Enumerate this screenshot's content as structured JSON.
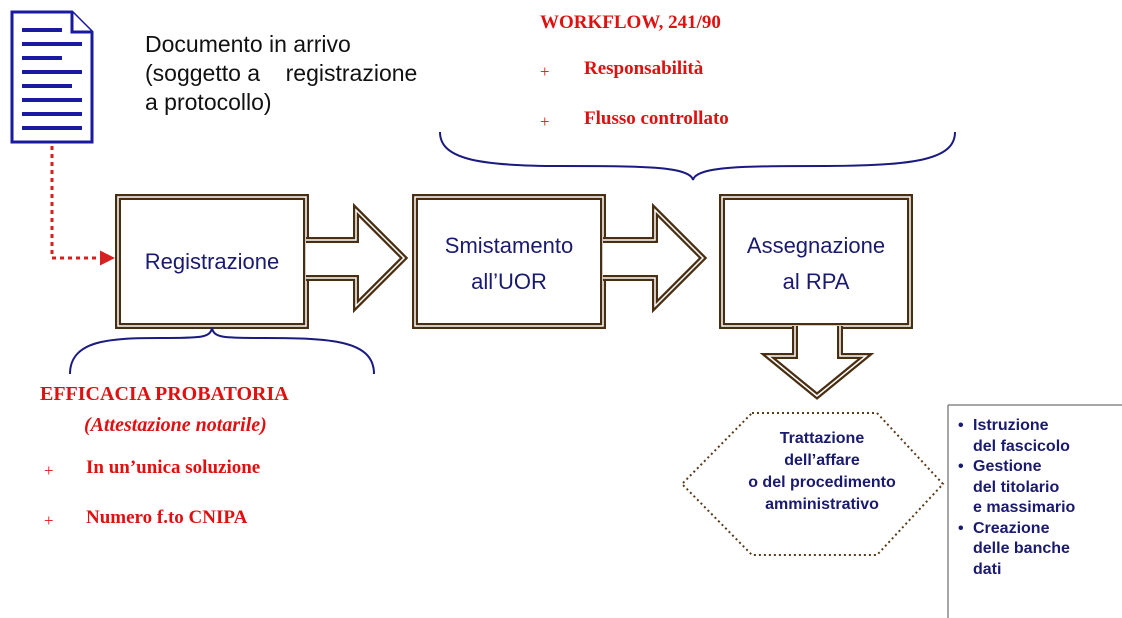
{
  "document": {
    "lines": [
      "Documento in arrivo",
      "(soggetto a    registrazione",
      "a protocollo)"
    ]
  },
  "boxes": [
    {
      "lines": [
        "Registrazione"
      ]
    },
    {
      "lines": [
        "Smistamento",
        "all’UOR"
      ]
    },
    {
      "lines": [
        "Assegnazione",
        "al RPA"
      ]
    }
  ],
  "workflow": {
    "title": "WORKFLOW, 241/90",
    "bullet_glyph": "+",
    "items": [
      "Responsabilità",
      "Flusso controllato"
    ]
  },
  "efficacia": {
    "title": "EFFICACIA PROBATORIA",
    "subtitle": "(Attestazione notarile)",
    "bullet_glyph": "+",
    "items": [
      "In un’unica soluzione",
      "Numero f.to CNIPA"
    ]
  },
  "trattazione": {
    "lines": [
      "Trattazione",
      "dell’affare",
      "o del procedimento",
      "amministrativo"
    ]
  },
  "side_list": {
    "bullet_glyph": "•",
    "items": [
      {
        "lines": [
          "Istruzione",
          "del fascicolo"
        ]
      },
      {
        "lines": [
          "Gestione",
          "del titolario",
          "e massimario"
        ]
      },
      {
        "lines": [
          "Creazione",
          "delle banche",
          "dati"
        ]
      }
    ]
  },
  "colors": {
    "navy": "#1a1a6e",
    "brown": "#4a2e12",
    "red": "#e01010",
    "doc_blue": "#1a1aa0"
  }
}
